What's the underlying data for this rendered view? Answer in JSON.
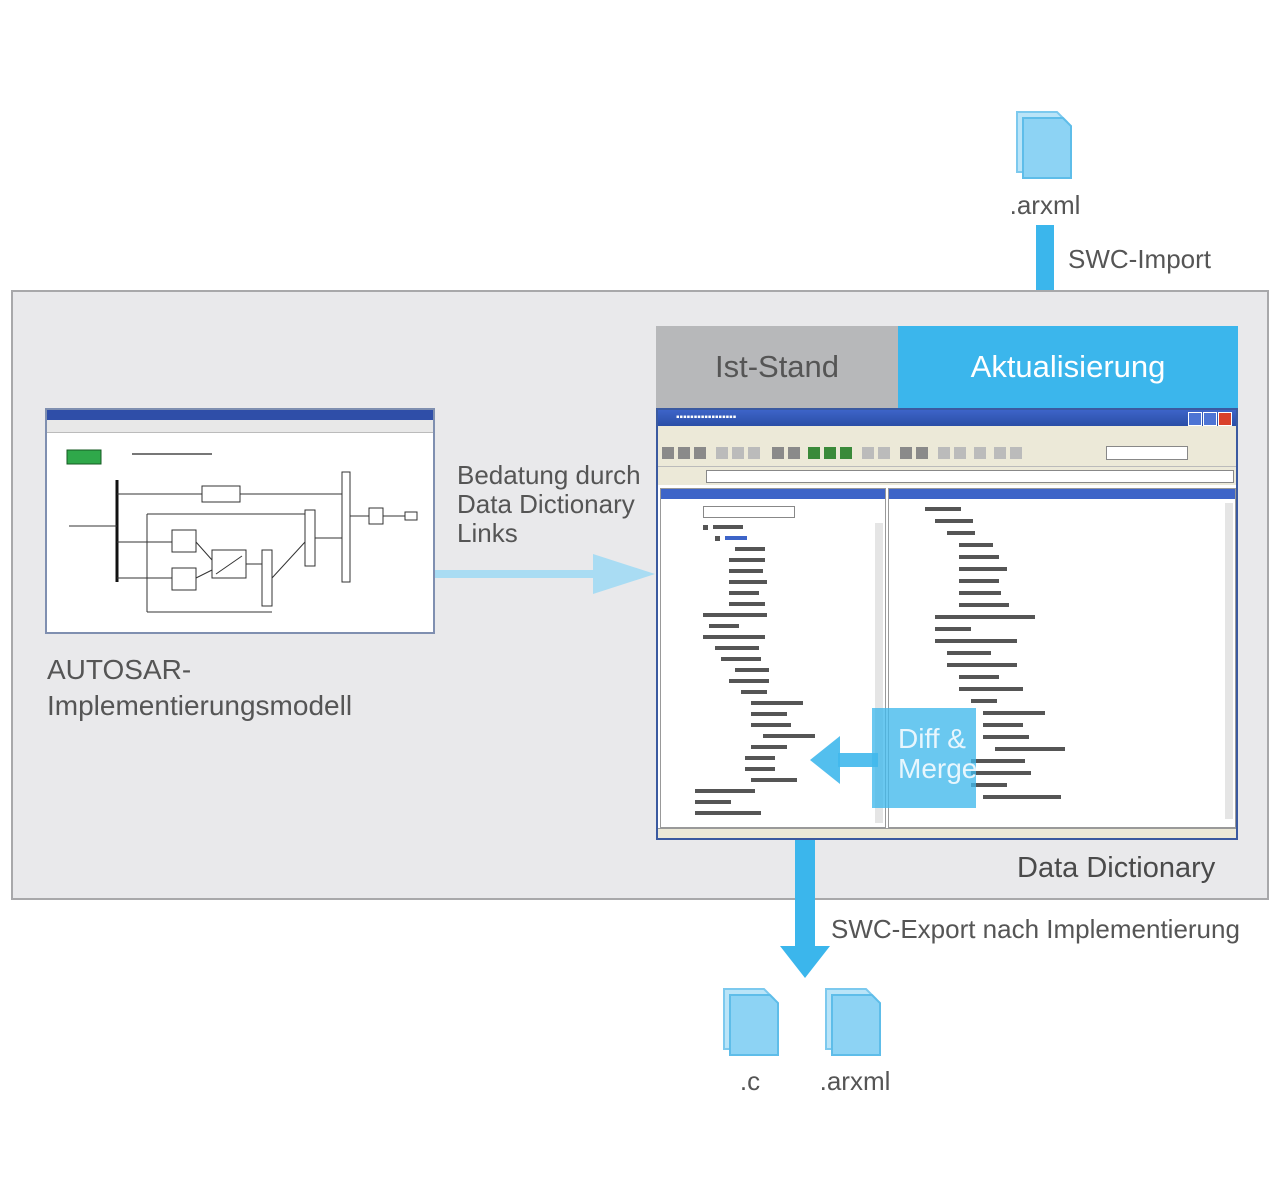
{
  "files": {
    "import_file": ".arxml",
    "export_c": ".c",
    "export_arxml": ".arxml"
  },
  "labels": {
    "swc_import": "SWC-Import",
    "swc_export": "SWC-Export nach Implementierung",
    "data_dictionary": "Data Dictionary",
    "autosar_line1": "AUTOSAR-",
    "autosar_line2": "Implementierungsmodell",
    "bedatung_line1": "Bedatung durch",
    "bedatung_line2": "Data Dictionary",
    "bedatung_line3": "Links",
    "diff_line1": "Diff &",
    "diff_line2": "Merge"
  },
  "tabs": {
    "ist_stand": "Ist-Stand",
    "aktualisierung": "Aktualisierung"
  },
  "colors": {
    "accent_blue": "#3bb6ec",
    "arrow_light": "#a9dcf3",
    "tab_grey": "#b7b8ba",
    "panel_bg": "#e9e9eb"
  }
}
